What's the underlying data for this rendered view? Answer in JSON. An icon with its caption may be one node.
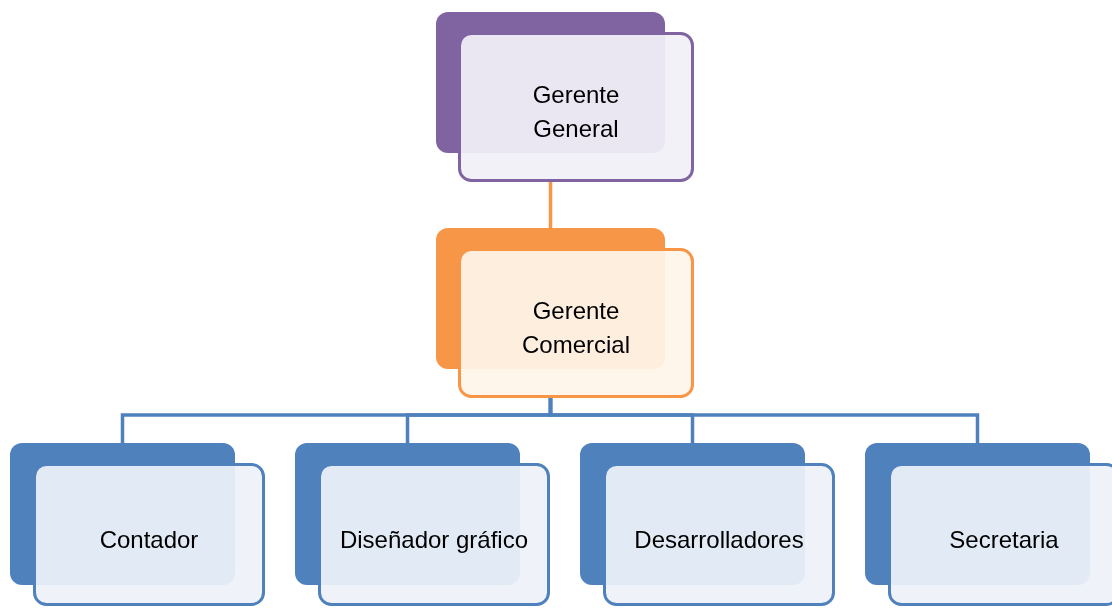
{
  "diagram": {
    "nodes": [
      {
        "text": [
          "Gerente General"
        ]
      },
      {
        "text": [
          "Gerente Comercial"
        ]
      },
      {
        "text": [
          "Contador"
        ]
      },
      {
        "text": [
          "Diseñador gráfico"
        ]
      },
      {
        "text": [
          "Desarrolladores"
        ]
      },
      {
        "text": [
          "Secretaria"
        ]
      }
    ],
    "edges": [
      {
        "from": 0,
        "to": 1,
        "arrow": "none",
        "color": "#f79646"
      },
      {
        "from": 1,
        "to": 2,
        "arrow": "none"
      },
      {
        "from": 1,
        "to": 3,
        "arrow": "none"
      },
      {
        "from": 1,
        "to": 4,
        "arrow": "none"
      },
      {
        "from": 1,
        "to": 5,
        "arrow": "none"
      }
    ]
  }
}
